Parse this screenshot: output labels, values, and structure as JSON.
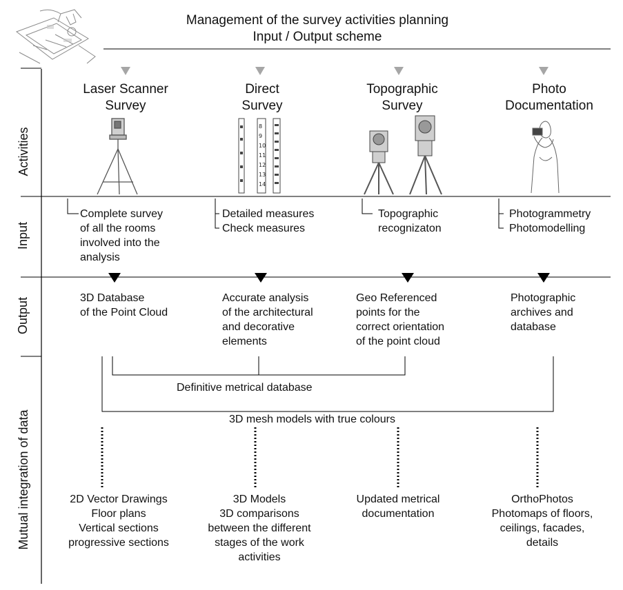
{
  "header": {
    "title_line1": "Management of the survey activities planning",
    "title_line2": "Input / Output scheme"
  },
  "row_labels": {
    "activities": "Activities",
    "input": "Input",
    "output": "Output",
    "integration": "Mutual integration of data"
  },
  "activities": [
    {
      "title_line1": "Laser Scanner",
      "title_line2": "Survey",
      "illustration": "laser-scanner-icon",
      "input": [
        "Complete survey",
        "of all the rooms",
        "involved into the",
        "analysis"
      ],
      "output": [
        "3D Database",
        "of the Point Cloud"
      ],
      "result": [
        "2D Vector Drawings",
        "Floor plans",
        "Vertical sections",
        "progressive sections"
      ]
    },
    {
      "title_line1": "Direct",
      "title_line2": "Survey",
      "illustration": "measuring-rods-icon",
      "input": [
        "Detailed measures",
        "Check measures"
      ],
      "output": [
        "Accurate analysis",
        "of the architectural",
        "and decorative",
        "elements"
      ],
      "result": [
        "3D Models",
        "3D comparisons",
        "between the different",
        "stages of the work",
        "activities"
      ]
    },
    {
      "title_line1": "Topographic",
      "title_line2": "Survey",
      "illustration": "theodolite-icon",
      "input": [
        "Topographic",
        "recognizaton"
      ],
      "output": [
        "Geo Referenced",
        "points for the",
        "correct orientation",
        "of the point cloud"
      ],
      "result": [
        "Updated metrical",
        "documentation"
      ]
    },
    {
      "title_line1": "Photo",
      "title_line2": "Documentation",
      "illustration": "photographer-icon",
      "input": [
        "Photogrammetry",
        "Photomodelling"
      ],
      "output": [
        "Photographic",
        "archives and",
        "database"
      ],
      "result": [
        "OrthoPhotos",
        "Photomaps of floors,",
        "ceilings, facades,",
        "details"
      ]
    }
  ],
  "integration": {
    "definitive_label": "Definitive metrical database",
    "mesh_label": "3D mesh models with true colours"
  },
  "colors": {
    "grey_arrow": "#a6a6a6",
    "black_arrow": "#000000",
    "lines": "#000000"
  }
}
